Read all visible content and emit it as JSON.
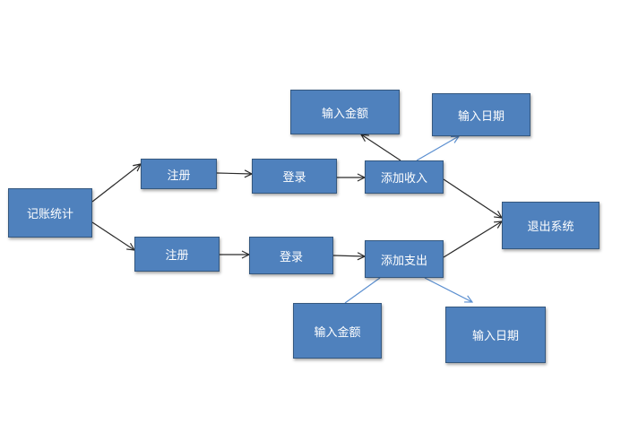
{
  "nodes": {
    "start": "记账统计",
    "reg_top": "注册",
    "login_top": "登录",
    "add_income": "添加收入",
    "amount_top": "输入金额",
    "date_top": "输入日期",
    "exit": "退出系统",
    "reg_bottom": "注册",
    "login_bottom": "登录",
    "add_expense": "添加支出",
    "amount_bottom": "输入金额",
    "date_bottom": "输入日期"
  },
  "colors": {
    "box_fill": "#4f81bd",
    "box_border": "#35587f",
    "text": "#ffffff",
    "arrow_dark": "#2b2b2b",
    "arrow_blue": "#5b8fd0"
  }
}
